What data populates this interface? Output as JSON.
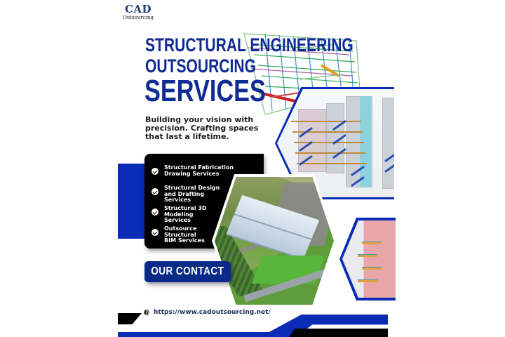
{
  "brand": {
    "logo_main": "CAD",
    "logo_sub": "Outsourcing"
  },
  "title": {
    "line1": "STRUCTURAL ENGINEERING",
    "line2": "OUTSOURCING",
    "line3": "SERVICES"
  },
  "tagline": "Building your vision with precision. Crafting spaces that last a lifetime.",
  "services": [
    {
      "icon": "check-circle-icon",
      "label": "Structural Fabrication Drawing Services"
    },
    {
      "icon": "check-circle-icon",
      "label": "Structural Design and Drafting Services"
    },
    {
      "icon": "check-circle-icon",
      "label": "Structural 3D Modeling Services"
    },
    {
      "icon": "check-circle-icon",
      "label": "Outsource Structural BIM Services"
    }
  ],
  "cta": {
    "label": "OUR CONTACT"
  },
  "website": {
    "icon": "globe-icon",
    "url": "https://www.cadoutsourcing.net/"
  },
  "colors": {
    "primary_blue": "#0f2b95",
    "accent_blue": "#0a2bb5",
    "button_blue": "#0a2a8a",
    "panel_black": "#000000",
    "text_dark": "#1a1a1a"
  }
}
